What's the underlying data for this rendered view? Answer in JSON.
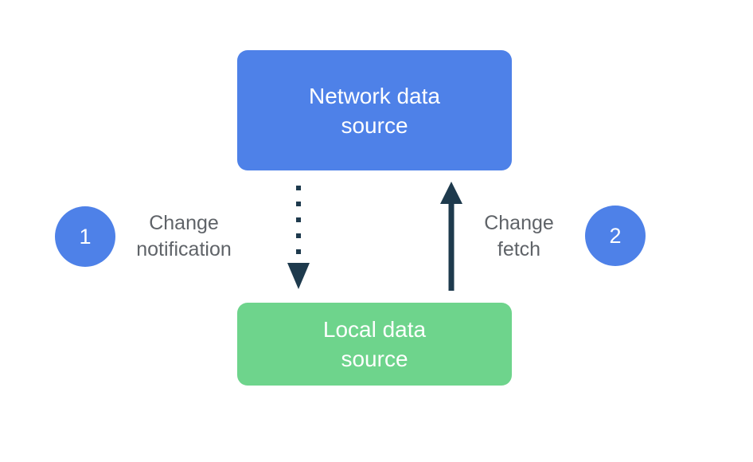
{
  "theme": {
    "background": "#ffffff",
    "blue": "#4e81e8",
    "green": "#6ed48c",
    "arrow": "#1e3a4d",
    "label-gray": "#5f6368",
    "node-text": "#ffffff"
  },
  "diagram": {
    "network_box": {
      "label": "Network data\nsource"
    },
    "local_box": {
      "label": "Local data\nsource"
    },
    "step1": {
      "number": "1",
      "label": "Change\nnotification"
    },
    "step2": {
      "number": "2",
      "label": "Change\nfetch"
    },
    "arrows": {
      "down": {
        "style": "dotted",
        "direction": "down",
        "from": "Network data source",
        "to": "Local data source",
        "meaning": "Change notification"
      },
      "up": {
        "style": "solid",
        "direction": "up",
        "from": "Local data source",
        "to": "Network data source",
        "meaning": "Change fetch"
      }
    }
  }
}
